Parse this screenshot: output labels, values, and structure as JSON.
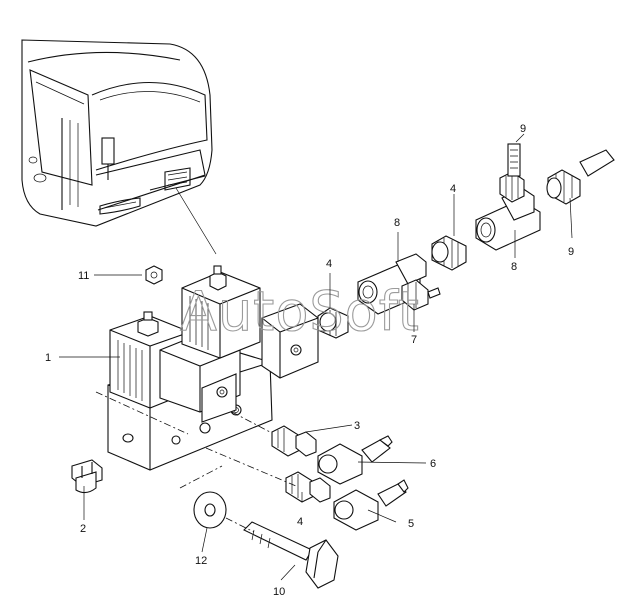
{
  "watermark": "AutoSoft",
  "callouts": [
    {
      "id": "c1",
      "text": "1"
    },
    {
      "id": "c2",
      "text": "2"
    },
    {
      "id": "c3",
      "text": "3"
    },
    {
      "id": "c4a",
      "text": "4"
    },
    {
      "id": "c4b",
      "text": "4"
    },
    {
      "id": "c4c",
      "text": "4"
    },
    {
      "id": "c5",
      "text": "5"
    },
    {
      "id": "c6",
      "text": "6"
    },
    {
      "id": "c7",
      "text": "7"
    },
    {
      "id": "c8a",
      "text": "8"
    },
    {
      "id": "c8b",
      "text": "8"
    },
    {
      "id": "c9a",
      "text": "9"
    },
    {
      "id": "c9b",
      "text": "9"
    },
    {
      "id": "c10",
      "text": "10"
    },
    {
      "id": "c11",
      "text": "11"
    },
    {
      "id": "c12",
      "text": "12"
    }
  ]
}
